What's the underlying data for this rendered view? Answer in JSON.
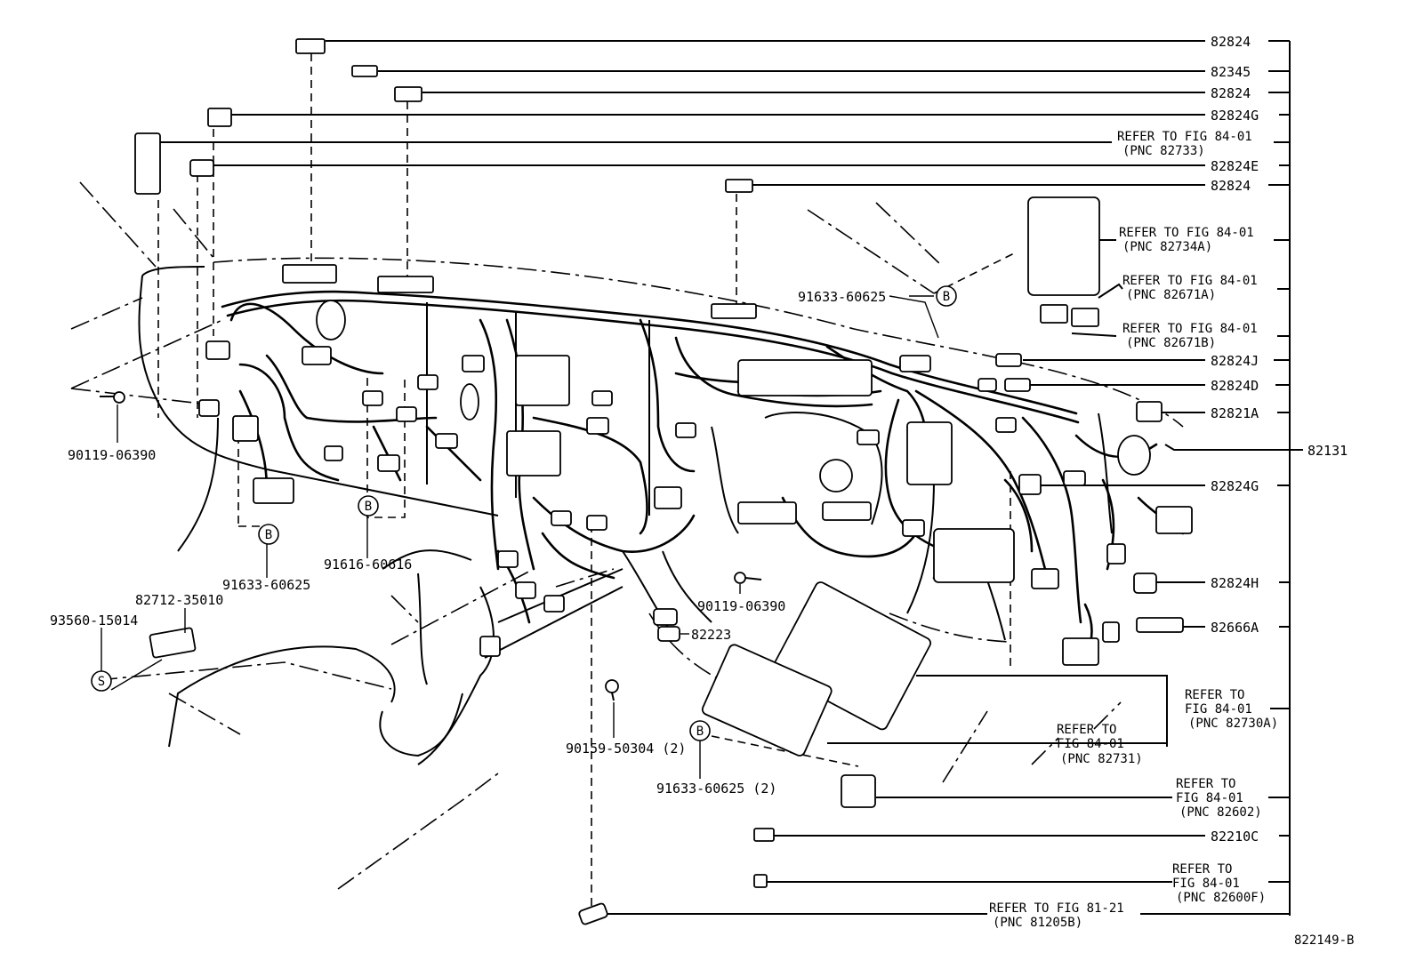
{
  "diagram": {
    "figure_id": "822149-B",
    "right_labels": [
      {
        "id": "r1",
        "lines": [
          "82824"
        ]
      },
      {
        "id": "r2",
        "lines": [
          "82345"
        ]
      },
      {
        "id": "r3",
        "lines": [
          "82824"
        ]
      },
      {
        "id": "r4",
        "lines": [
          "82824G"
        ]
      },
      {
        "id": "r5",
        "lines": [
          "REFER TO FIG 84-01",
          "(PNC 82733)"
        ]
      },
      {
        "id": "r6",
        "lines": [
          "82824E"
        ]
      },
      {
        "id": "r7",
        "lines": [
          "82824"
        ]
      },
      {
        "id": "r8",
        "lines": [
          "REFER TO FIG 84-01",
          "(PNC 82734A)"
        ]
      },
      {
        "id": "r9",
        "lines": [
          "REFER TO FIG 84-01",
          "(PNC 82671A)"
        ]
      },
      {
        "id": "r10",
        "lines": [
          "REFER TO FIG 84-01",
          "(PNC 82671B)"
        ]
      },
      {
        "id": "r11",
        "lines": [
          "82824J"
        ]
      },
      {
        "id": "r12",
        "lines": [
          "82824D"
        ]
      },
      {
        "id": "r13",
        "lines": [
          "82821A"
        ]
      },
      {
        "id": "r14",
        "lines": [
          "82131"
        ]
      },
      {
        "id": "r15",
        "lines": [
          "82824G"
        ]
      },
      {
        "id": "r16",
        "lines": [
          "82824H"
        ]
      },
      {
        "id": "r17",
        "lines": [
          "82666A"
        ]
      },
      {
        "id": "r18",
        "lines": [
          "REFER TO",
          "FIG 84-01",
          "(PNC 82730A)"
        ]
      },
      {
        "id": "r19",
        "lines": [
          "REFER TO",
          "FIG 84-01",
          "(PNC 82731)"
        ]
      },
      {
        "id": "r20",
        "lines": [
          "REFER TO",
          "FIG 84-01",
          "(PNC 82602)"
        ]
      },
      {
        "id": "r21",
        "lines": [
          "82210C"
        ]
      },
      {
        "id": "r22",
        "lines": [
          "REFER TO",
          "FIG 84-01",
          "(PNC 82600F)"
        ]
      },
      {
        "id": "r23",
        "lines": [
          "REFER TO FIG 81-21",
          "(PNC 81205B)"
        ]
      }
    ],
    "part_labels": [
      {
        "id": "p1",
        "text": "91633-60625"
      },
      {
        "id": "p2",
        "text": "90119-06390"
      },
      {
        "id": "p3",
        "text": "91633-60625"
      },
      {
        "id": "p4",
        "text": "91616-60616"
      },
      {
        "id": "p5",
        "text": "82712-35010"
      },
      {
        "id": "p6",
        "text": "93560-15014"
      },
      {
        "id": "p7",
        "text": "90119-06390"
      },
      {
        "id": "p8",
        "text": "82223"
      },
      {
        "id": "p9",
        "text": "90159-50304 (2)"
      },
      {
        "id": "p10",
        "text": "91633-60625 (2)"
      }
    ],
    "markers": [
      {
        "id": "m1",
        "letter": "B"
      },
      {
        "id": "m2",
        "letter": "B"
      },
      {
        "id": "m3",
        "letter": "B"
      },
      {
        "id": "m4",
        "letter": "B"
      },
      {
        "id": "m5",
        "letter": "S"
      }
    ]
  }
}
